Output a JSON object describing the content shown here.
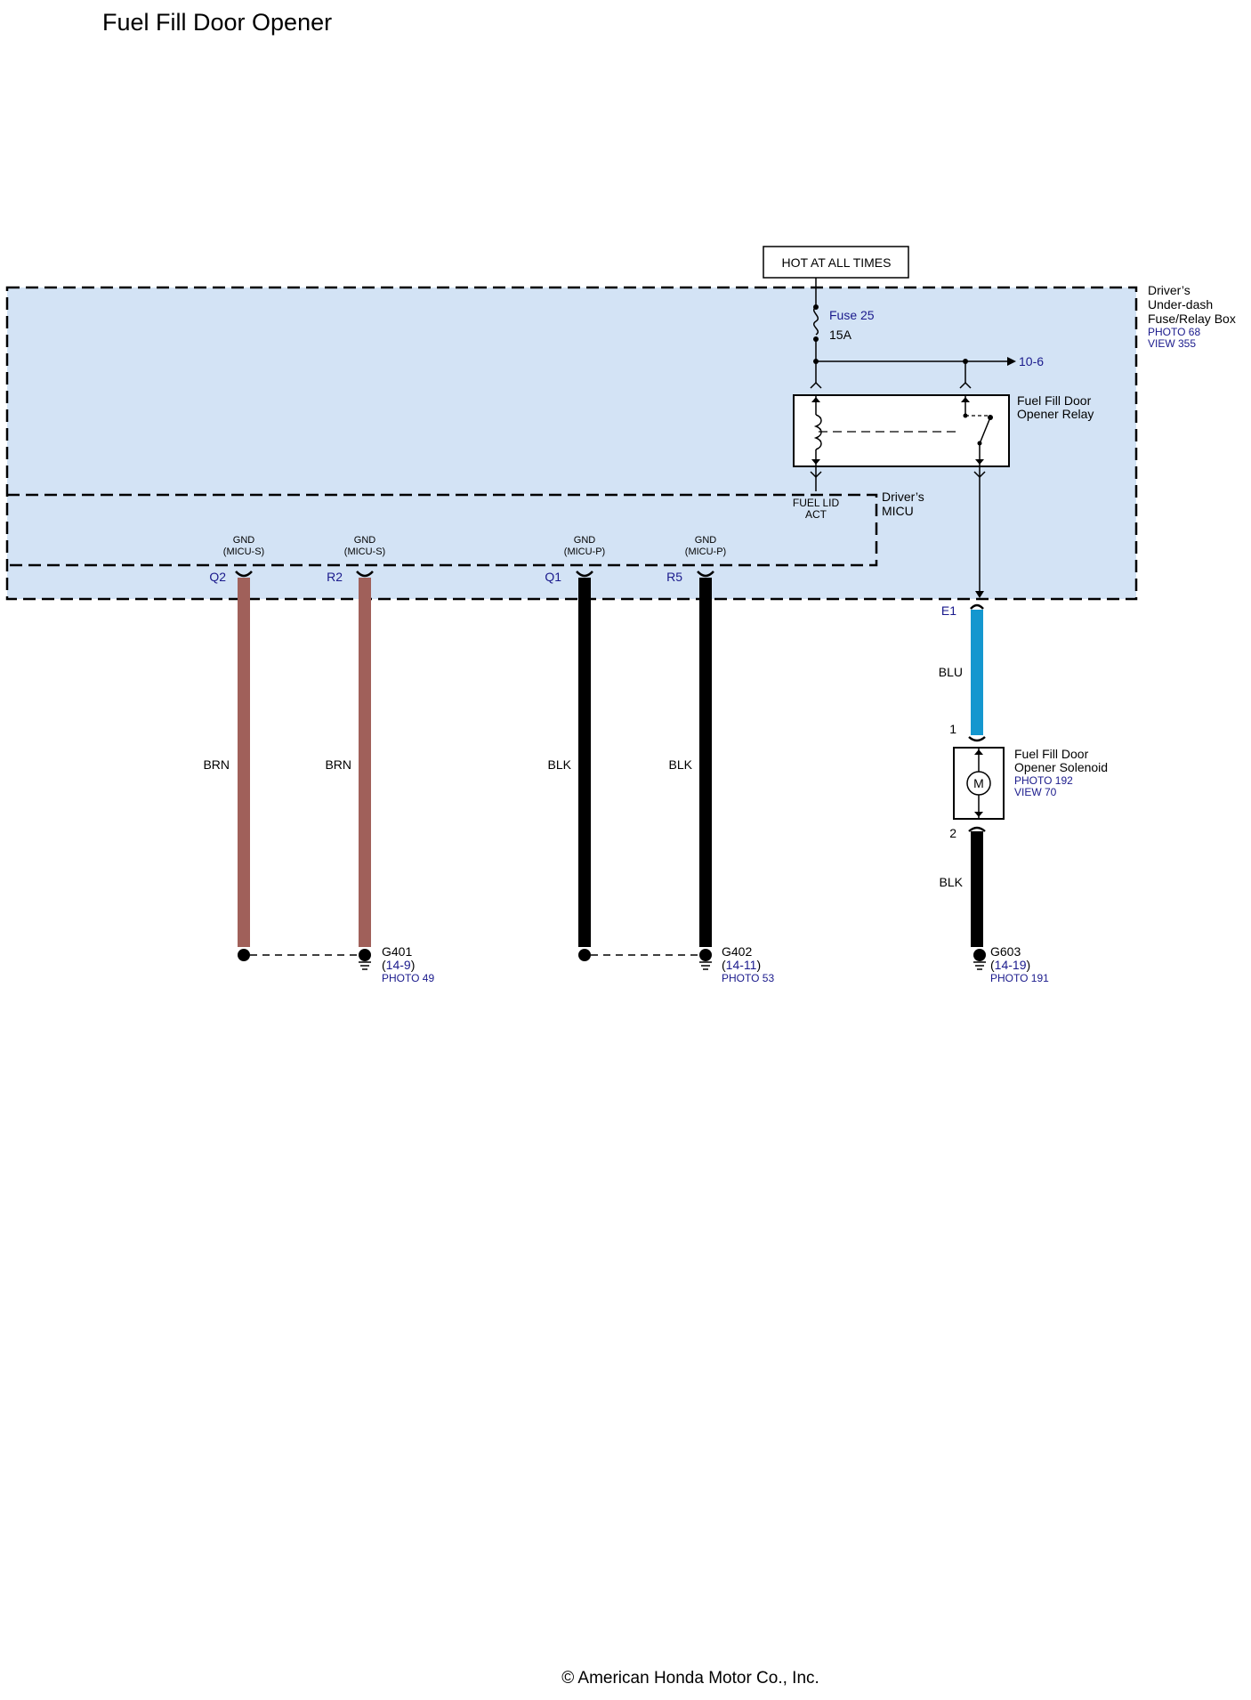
{
  "title": "Fuel Fill Door Opener",
  "power": {
    "label": "HOT AT ALL TIMES"
  },
  "fuse_box": {
    "name_line1": "Driver’s",
    "name_line2": "Under-dash",
    "name_line3": "Fuse/Relay Box",
    "photo": "PHOTO 68",
    "view": "VIEW 355"
  },
  "fuse": {
    "name": "Fuse 25",
    "rating": "15A"
  },
  "branch_ref": "10-6",
  "relay": {
    "line1": "Fuel Fill Door",
    "line2": "Opener Relay"
  },
  "micu": {
    "line1": "Driver’s",
    "line2": "MICU",
    "signal_line1": "FUEL LID",
    "signal_line2": "ACT"
  },
  "grounds_pins": [
    {
      "pin": "Q2",
      "gnd": "GND",
      "sub": "(MICU-S)",
      "wire": "BRN"
    },
    {
      "pin": "R2",
      "gnd": "GND",
      "sub": "(MICU-S)",
      "wire": "BRN"
    },
    {
      "pin": "Q1",
      "gnd": "GND",
      "sub": "(MICU-P)",
      "wire": "BLK"
    },
    {
      "pin": "R5",
      "gnd": "GND",
      "sub": "(MICU-P)",
      "wire": "BLK"
    }
  ],
  "relay_output": {
    "pin": "E1",
    "wire": "BLU"
  },
  "solenoid": {
    "pin_in": "1",
    "pin_out": "2",
    "symbol": "M",
    "line1": "Fuel Fill Door",
    "line2": "Opener Solenoid",
    "photo": "PHOTO 192",
    "view": "VIEW 70",
    "wire_out": "BLK"
  },
  "ground_points": [
    {
      "name": "G401",
      "ref_open": "(",
      "ref": "14-9",
      "ref_close": ")",
      "photo": "PHOTO 49"
    },
    {
      "name": "G402",
      "ref_open": "(",
      "ref": "14-11",
      "ref_close": ")",
      "photo": "PHOTO 53"
    },
    {
      "name": "G603",
      "ref_open": "(",
      "ref": "14-19",
      "ref_close": ")",
      "photo": "PHOTO 191"
    }
  ],
  "colors": {
    "box_fill": "#d3e3f5",
    "wire_brn": "#a0605a",
    "wire_blk": "#000000",
    "wire_blu": "#1497cf",
    "ref_blue": "#1a1a8c"
  },
  "footer": "© American Honda Motor Co., Inc."
}
